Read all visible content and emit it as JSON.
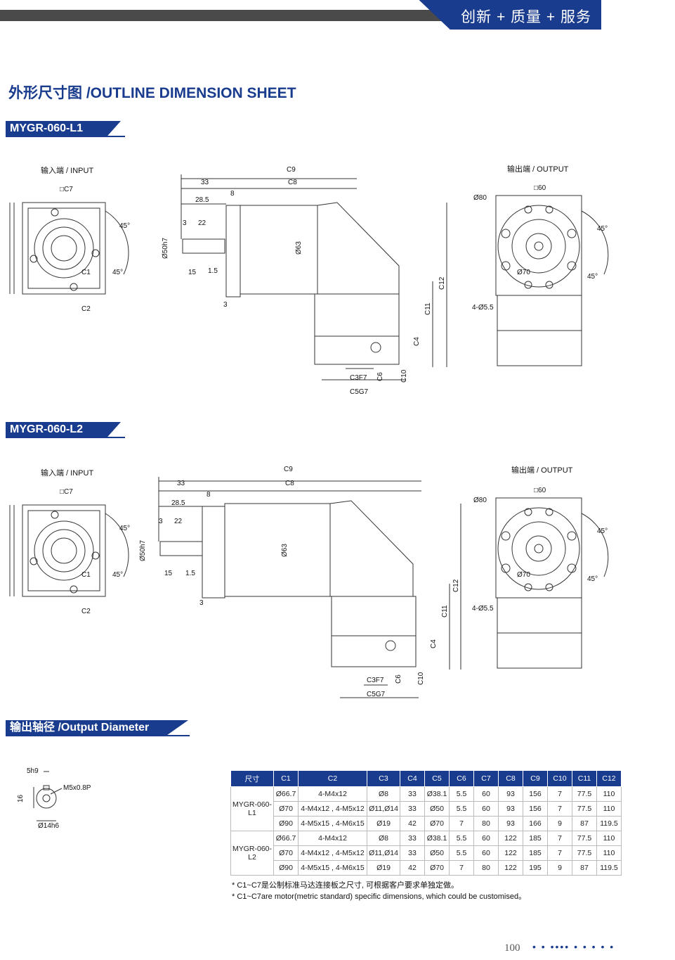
{
  "header": {
    "brand_slogan": "创新 + 质量 + 服务"
  },
  "page_title": "外形尺寸图 /OUTLINE DIMENSION SHEET",
  "sections": {
    "l1": "MYGR-060-L1",
    "l2": "MYGR-060-L2",
    "output_diameter": "输出轴径 /Output Diameter"
  },
  "views": {
    "input_label": "输入端 / INPUT",
    "output_label": "输出端 / OUTPUT"
  },
  "dims": {
    "c1": "C1",
    "c2": "C2",
    "c3": "C3F7",
    "c4": "C4",
    "c5": "C5G7",
    "c6": "C6",
    "c7": "□C7",
    "c8": "C8",
    "c9": "C9",
    "c10": "C10",
    "c11": "C11",
    "c12": "C12",
    "d33": "33",
    "d28_5": "28.5",
    "d8": "8",
    "d3": "3",
    "d22": "22",
    "d15": "15",
    "d1_5": "1.5",
    "d50": "Ø50h7",
    "d63": "Ø63",
    "d80": "Ø80",
    "d60": "□60",
    "d70": "Ø70",
    "holes": "4-Ø5.5",
    "a45": "45°"
  },
  "shaft": {
    "key": "5h9",
    "height": "16",
    "thread": "M5x0.8P",
    "dia": "Ø14h6"
  },
  "table": {
    "headers": [
      "尺寸",
      "C1",
      "C2",
      "C3",
      "C4",
      "C5",
      "C6",
      "C7",
      "C8",
      "C9",
      "C10",
      "C11",
      "C12"
    ],
    "groups": [
      {
        "model": "MYGR-060-L1",
        "rows": [
          [
            "Ø66.7",
            "4-M4x12",
            "Ø8",
            "33",
            "Ø38.1",
            "5.5",
            "60",
            "93",
            "156",
            "7",
            "77.5",
            "110"
          ],
          [
            "Ø70",
            "4-M4x12 , 4-M5x12",
            "Ø11,Ø14",
            "33",
            "Ø50",
            "5.5",
            "60",
            "93",
            "156",
            "7",
            "77.5",
            "110"
          ],
          [
            "Ø90",
            "4-M5x15 , 4-M6x15",
            "Ø19",
            "42",
            "Ø70",
            "7",
            "80",
            "93",
            "166",
            "9",
            "87",
            "119.5"
          ]
        ]
      },
      {
        "model": "MYGR-060-L2",
        "rows": [
          [
            "Ø66.7",
            "4-M4x12",
            "Ø8",
            "33",
            "Ø38.1",
            "5.5",
            "60",
            "122",
            "185",
            "7",
            "77.5",
            "110"
          ],
          [
            "Ø70",
            "4-M4x12 , 4-M5x12",
            "Ø11,Ø14",
            "33",
            "Ø50",
            "5.5",
            "60",
            "122",
            "185",
            "7",
            "77.5",
            "110"
          ],
          [
            "Ø90",
            "4-M5x15 , 4-M6x15",
            "Ø19",
            "42",
            "Ø70",
            "7",
            "80",
            "122",
            "195",
            "9",
            "87",
            "119.5"
          ]
        ]
      }
    ]
  },
  "notes": {
    "cn": "* C1~C7是公制标准马达连接板之尺寸, 可根据客户要求单独定做。",
    "en": "* C1~C7are motor(metric standard)  specific dimensions, which could be customised。"
  },
  "page_number": "100",
  "colors": {
    "brand": "#1a3c8e",
    "bar": "#4a4a4a"
  }
}
